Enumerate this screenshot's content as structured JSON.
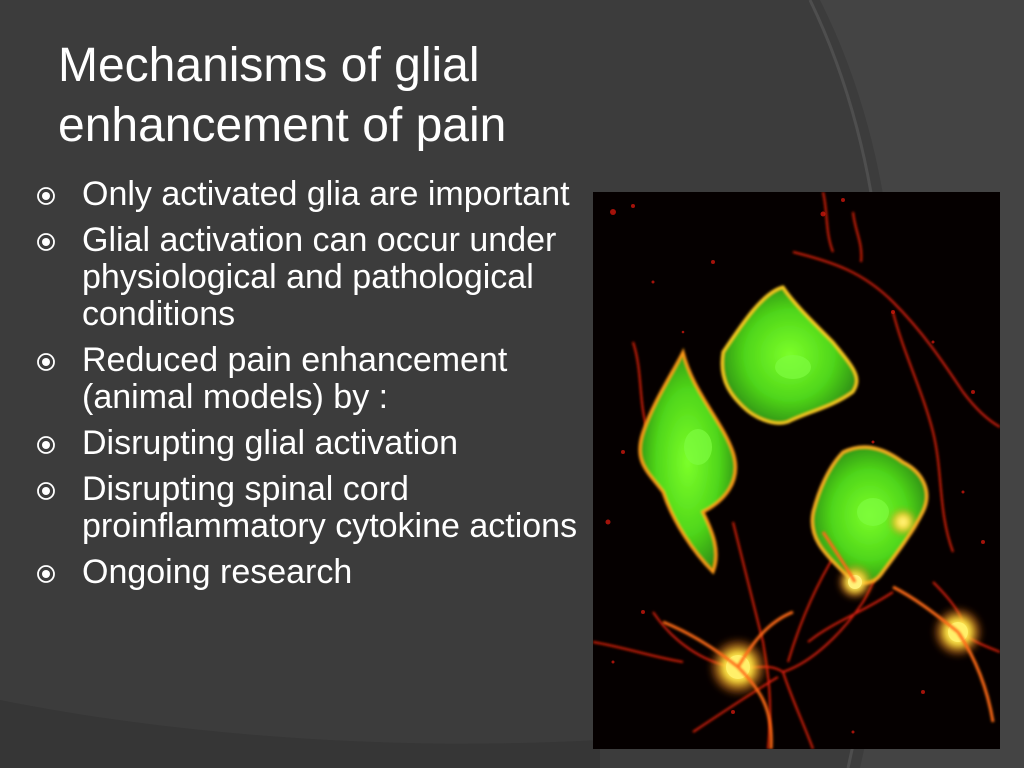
{
  "slide": {
    "title_line1": "Mechanisms of glial",
    "title_line2": "enhancement of pain",
    "bullets": [
      {
        "text": "Only activated glia are important"
      },
      {
        "text": "Glial activation can occur under physiological and pathological conditions"
      },
      {
        "text": "Reduced pain enhancement (animal models) by :"
      },
      {
        "text": "Disrupting glial activation"
      },
      {
        "text": "Disrupting spinal cord proinflammatory cytokine actions"
      },
      {
        "text": "Ongoing research"
      }
    ],
    "bullet_icon": "circled-dot-icon",
    "image": {
      "subject": "fluorescence-micrograph-glial-cells",
      "icon": "glia-micrograph-image"
    }
  },
  "colors": {
    "background": "#3c3c3c",
    "background_stripe": "#474747",
    "text": "#ffffff",
    "glia_green": "#5fe61e",
    "neuron_red": "#ff3a12",
    "neuron_yellow": "#ffe83a"
  }
}
